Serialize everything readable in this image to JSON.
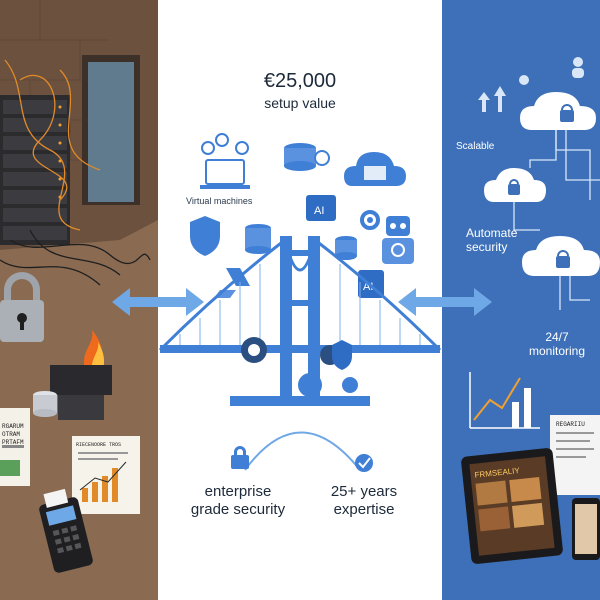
{
  "headline": {
    "amount": "€25,000",
    "subtitle": "setup value"
  },
  "center": {
    "vm_label": "Virtual machines",
    "ai_badge": "AI",
    "ai_badge_2": "AI",
    "bottom_left_line1": "enterprise",
    "bottom_left_line2": "grade security",
    "bottom_right_line1": "25+ years",
    "bottom_right_line2": "expertise"
  },
  "right": {
    "scalable": "Scalable",
    "automate_line1": "Automate",
    "automate_line2": "security",
    "monitoring_line1": "24/7",
    "monitoring_line2": "monitoring",
    "doc_header": "REGARIIU",
    "tablet_headline": "FRMSEALIY"
  },
  "left": {
    "doc1_line1": "RGARUM",
    "doc1_line2": "OTRAM",
    "doc1_line3": "PRTAFM",
    "doc2_header": "RIECENOORE TROS"
  },
  "colors": {
    "left_bg": "#7a5e47",
    "right_bg": "#3d70b8",
    "accent_blue": "#3f7fd6",
    "arrow_blue": "#6fa8e6"
  }
}
